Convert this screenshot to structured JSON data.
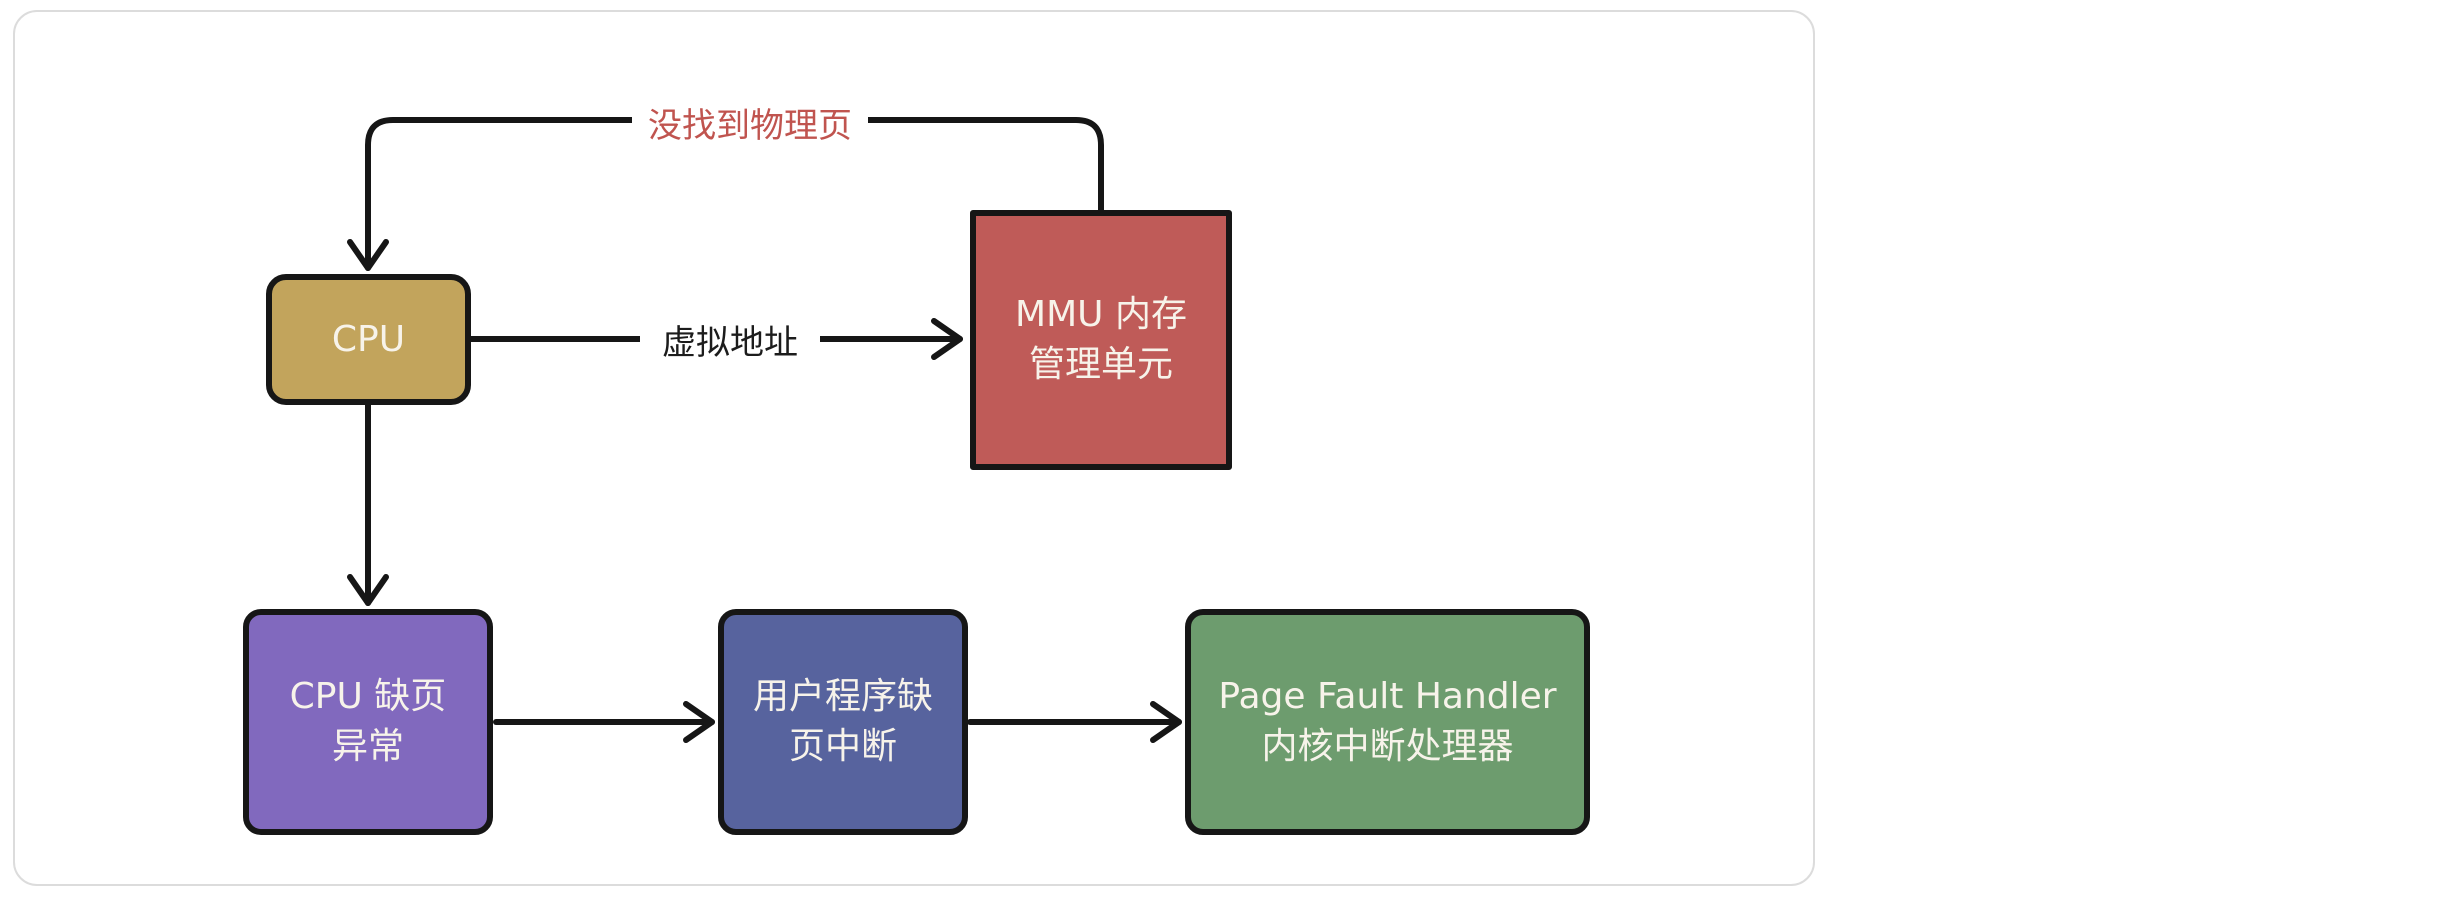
{
  "diagram": {
    "title": "CPU page fault flow diagram",
    "nodes": {
      "cpu": {
        "label": "CPU",
        "color": "#c2a45c"
      },
      "mmu": {
        "label": "MMU 内存\n管理单元",
        "color": "#bf5b58"
      },
      "cpu_page_fault": {
        "label": "CPU 缺页\n异常",
        "color": "#8169be"
      },
      "user_page_interrupt": {
        "label": "用户程序缺\n页中断",
        "color": "#57639e"
      },
      "page_fault_handler": {
        "label": "Page Fault Handler\n内核中断处理器",
        "color": "#6d9c6e"
      }
    },
    "edge_labels": {
      "virtual_address": "虚拟地址",
      "page_not_found": "没找到物理页"
    },
    "edge_label_colors": {
      "virtual_address": "#1c1c1c",
      "page_not_found": "#c0544f"
    },
    "style": {
      "node_text_color": "#f7f3ea",
      "node_border_color": "#161616",
      "arrow_color": "#161616",
      "card_border_color": "#dcdcdc",
      "background": "#ffffff"
    }
  }
}
